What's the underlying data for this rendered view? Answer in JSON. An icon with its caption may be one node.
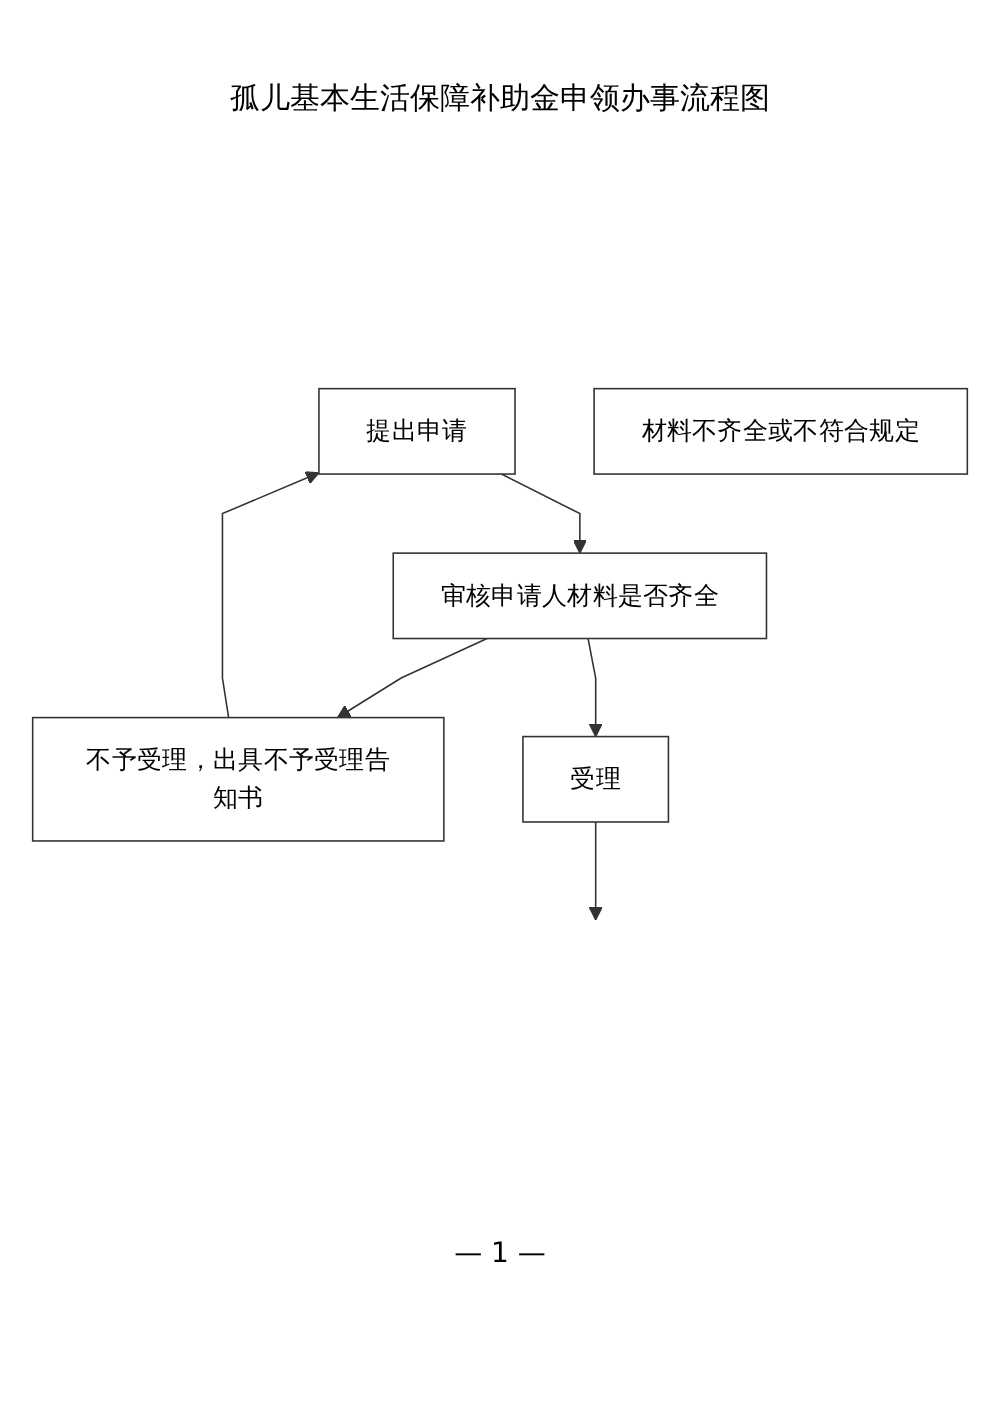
{
  "diagram": {
    "title": "孤儿基本生活保障补助金申领办事流程图",
    "nodes": [
      {
        "text": [
          "提出申请"
        ]
      },
      {
        "text": [
          "审核申请人材料是否齐全"
        ]
      },
      {
        "text": [
          "材料不齐全或不符合规定"
        ]
      },
      {
        "text": [
          "不予受理，出具不予受理告知书"
        ]
      },
      {
        "text": [
          "受理"
        ]
      }
    ],
    "edges": [
      {
        "from": 0,
        "to": 1,
        "arrow": "to"
      },
      {
        "from": 1,
        "to": 3,
        "arrow": "to"
      },
      {
        "from": 3,
        "to": 0,
        "arrow": "to"
      },
      {
        "from": 1,
        "to": 4,
        "arrow": "to"
      },
      {
        "from": 4,
        "to": null,
        "arrow": "to"
      }
    ],
    "labels": [
      "— 1 —"
    ]
  }
}
